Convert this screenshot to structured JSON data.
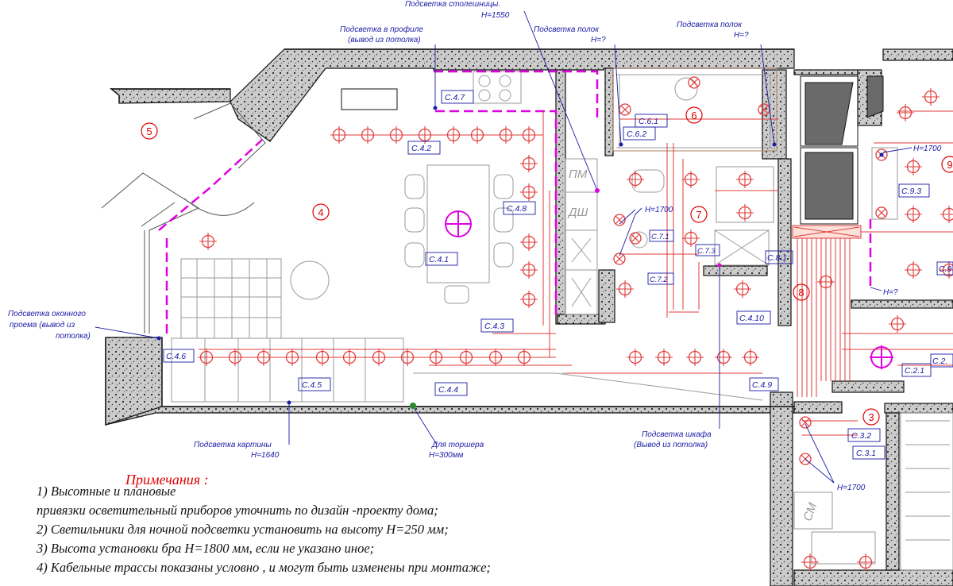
{
  "notes": {
    "title": "Примечания :",
    "lines": [
      "1) Высотные и плановые",
      "привязки осветительный приборов  уточнить по дизайн -проекту дома;",
      "2) Светильники для ночной подсветки установить на высоту  H=250 мм;",
      "3) Высота установки бра  H=1800  мм, если не указано иное;",
      "4) Кабельные трассы показаны условно , и могут быть изменены при монтаже;"
    ]
  },
  "callouts": {
    "countertop_1": "Подсветка столешницы.",
    "countertop_2": "H=1550",
    "profile_1": "Подсветка в профиле",
    "profile_2": "(вывод из потолка)",
    "shelves_a_1": "Подсветка полок",
    "shelves_a_2": "H=?",
    "shelves_b_1": "Подсветка полок",
    "shelves_b_2": "H=?",
    "window_1": "Подсветка оконного",
    "window_2": "проема (вывод из",
    "window_3": "потолка)",
    "picture_1": "Подсветка картины",
    "picture_2": "H=1640",
    "lamp_1": "Для торшера",
    "lamp_2": "H=300мм",
    "wardrobe_1": "Подсветка шкафа",
    "wardrobe_2": "(Вывод из потолка)",
    "h1700_a": "H=1700",
    "h1700_b": "H=1700",
    "h1700_c": "H=1700",
    "hq": "H=?"
  },
  "rooms": [
    "4",
    "5",
    "6",
    "7",
    "8",
    "3",
    "9"
  ],
  "circuits": {
    "c41": "C.4.1",
    "c42": "C.4.2",
    "c43": "C.4.3",
    "c44": "C.4.4",
    "c45": "C.4.5",
    "c46": "C.4.6",
    "c47": "C.4.7",
    "c48": "C.4.8",
    "c49": "C.4.9",
    "c410": "C.4.10",
    "c61": "C.6.1",
    "c62": "C.6.2",
    "c71": "C.7.1",
    "c72": "C.7.2",
    "c73": "C.7.3",
    "c81": "C.8.1",
    "c93": "C.9.3",
    "c9": "C.9",
    "c21": "C.2.1",
    "c2": "C.2.",
    "c31": "C.3.1",
    "c32": "C.3.2"
  },
  "appliances": {
    "pm": "ПМ",
    "dsh": "ДШ",
    "sm": "СМ"
  },
  "colors": {
    "wall_fill": "#c8c8c8",
    "wiring": "#e23b3b",
    "annotation": "#1a1aa6",
    "highlight": "#e000e0",
    "room_number": "#e00000"
  }
}
